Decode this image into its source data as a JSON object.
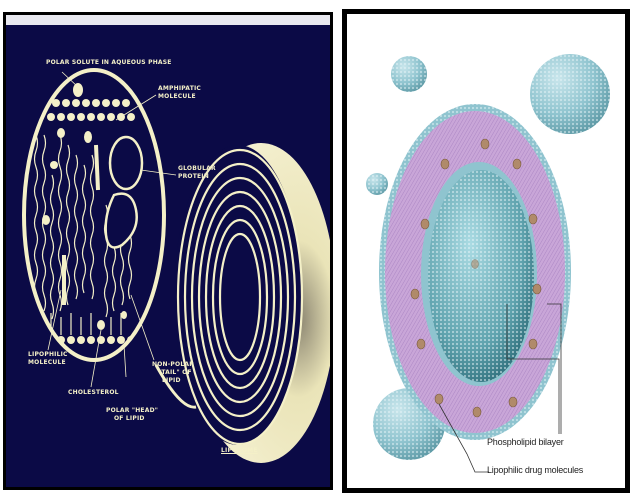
{
  "left_diagram": {
    "labels": {
      "polar_solute": "POLAR SOLUTE IN AQUEOUS PHASE",
      "amphiphatic_1": "AMPHIPATIC",
      "amphiphatic_2": "MOLECULE",
      "globular_1": "GLOBULAR",
      "globular_2": "PROTEIN",
      "lipophilic_1": "LIPOPHILIC",
      "lipophilic_2": "MOLECULE",
      "nonpolar_1": "NON-POLAR",
      "nonpolar_2": "\"TAIL\" OF",
      "nonpolar_3": "LIPID",
      "cholesterol": "CHOLESTEROL",
      "polar_head_1": "POLAR \"HEAD\"",
      "polar_head_2": "OF LIPID",
      "liposome": "LIPOSOME"
    },
    "colors": {
      "background": "#0b0a46",
      "ink": "#f4f0c8"
    }
  },
  "right_diagram": {
    "labels": {
      "bilayer": "Phospholipid bilayer",
      "drug": "Lipophilic drug molecules"
    },
    "colors": {
      "sphere": "#8fc4cf",
      "bilayer": "#c9a6d8",
      "drug": "#b08a6a"
    }
  }
}
